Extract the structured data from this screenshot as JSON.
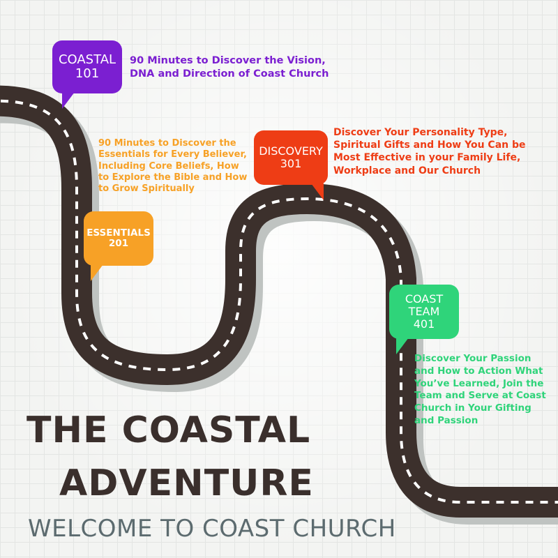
{
  "steps": [
    {
      "id": "coastal",
      "label_lines": [
        "COASTAL",
        "101"
      ],
      "color": "#7b1fd1",
      "description_lines": [
        "90 Minutes to Discover the Vision,",
        "DNA and Direction of Coast Church"
      ]
    },
    {
      "id": "essentials",
      "label_lines": [
        "ESSENTIALS",
        "201"
      ],
      "color": "#f7a126",
      "description_lines": [
        "90 Minutes to Discover the",
        "Essentials for Every Believer,",
        "Including Core Beliefs, How",
        "to Explore the Bible and How",
        "to Grow Spiritually"
      ]
    },
    {
      "id": "discovery",
      "label_lines": [
        "DISCOVERY",
        "301"
      ],
      "color": "#ee3d15",
      "description_lines": [
        "Discover Your Personality Type,",
        "Spiritual Gifts and How You Can be",
        "Most Effective in your Family Life,",
        "Workplace and Our Church"
      ]
    },
    {
      "id": "team",
      "label_lines": [
        "COAST",
        "TEAM",
        "401"
      ],
      "color": "#2fd47a",
      "description_lines": [
        "Discover Your Passion",
        "and How to Action What",
        "You’ve Learned, Join the",
        "Team and Serve at Coast",
        "Church in Your Gifting",
        "and Passion"
      ]
    }
  ],
  "title": {
    "line1": "THE COASTAL",
    "line2": "ADVENTURE",
    "subtitle": "WELCOME TO COAST CHURCH"
  },
  "colors": {
    "road": "#3c302c",
    "road_shadow": "#bfc3c1",
    "dash": "#ffffff",
    "title": "#3a2f2c",
    "subtitle": "#5c6b6f",
    "background": "#f3f4f2"
  }
}
